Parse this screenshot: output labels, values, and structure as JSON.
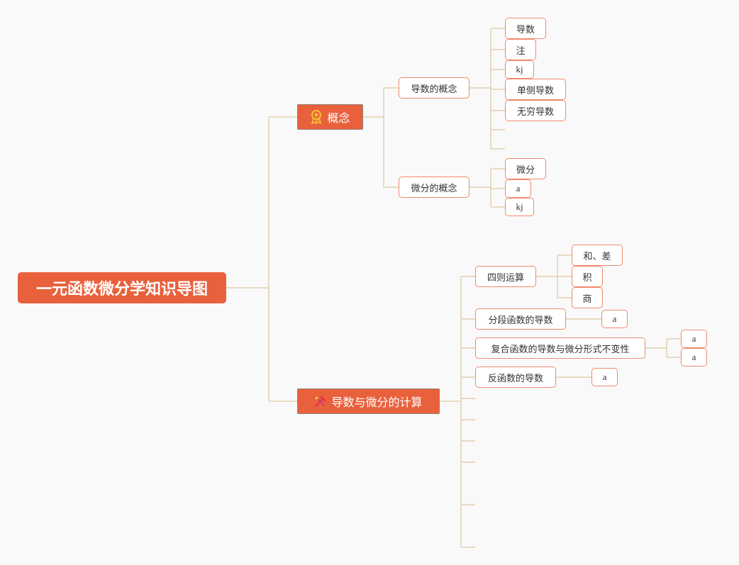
{
  "root": {
    "label": "一元函数微分学知识导图"
  },
  "branch_concept": {
    "label": "概念",
    "icon": "award-ribbon-icon",
    "derivative_concept": {
      "label": "导数的概念",
      "items": [
        "导数",
        "注",
        "kj",
        "单侧导数",
        "无穷导数"
      ]
    },
    "differential_concept": {
      "label": "微分的概念",
      "items": [
        "微分",
        "a",
        "kj"
      ]
    }
  },
  "branch_calc": {
    "label": "导数与微分的计算",
    "icon": "tools-icon",
    "four_ops": {
      "label": "四则运算",
      "items": [
        "和、差",
        "积",
        "商"
      ]
    },
    "piecewise": {
      "label": "分段函数的导数",
      "items": [
        "a"
      ]
    },
    "composite": {
      "label": "复合函数的导数与微分形式不变性",
      "items": [
        "a",
        "a"
      ]
    },
    "inverse": {
      "label": "反函数的导数",
      "items": [
        "a"
      ]
    }
  },
  "colors": {
    "main_fill": "#e8613c",
    "leaf_border": "#ef8a6b",
    "connector": "#e2cfb0"
  }
}
